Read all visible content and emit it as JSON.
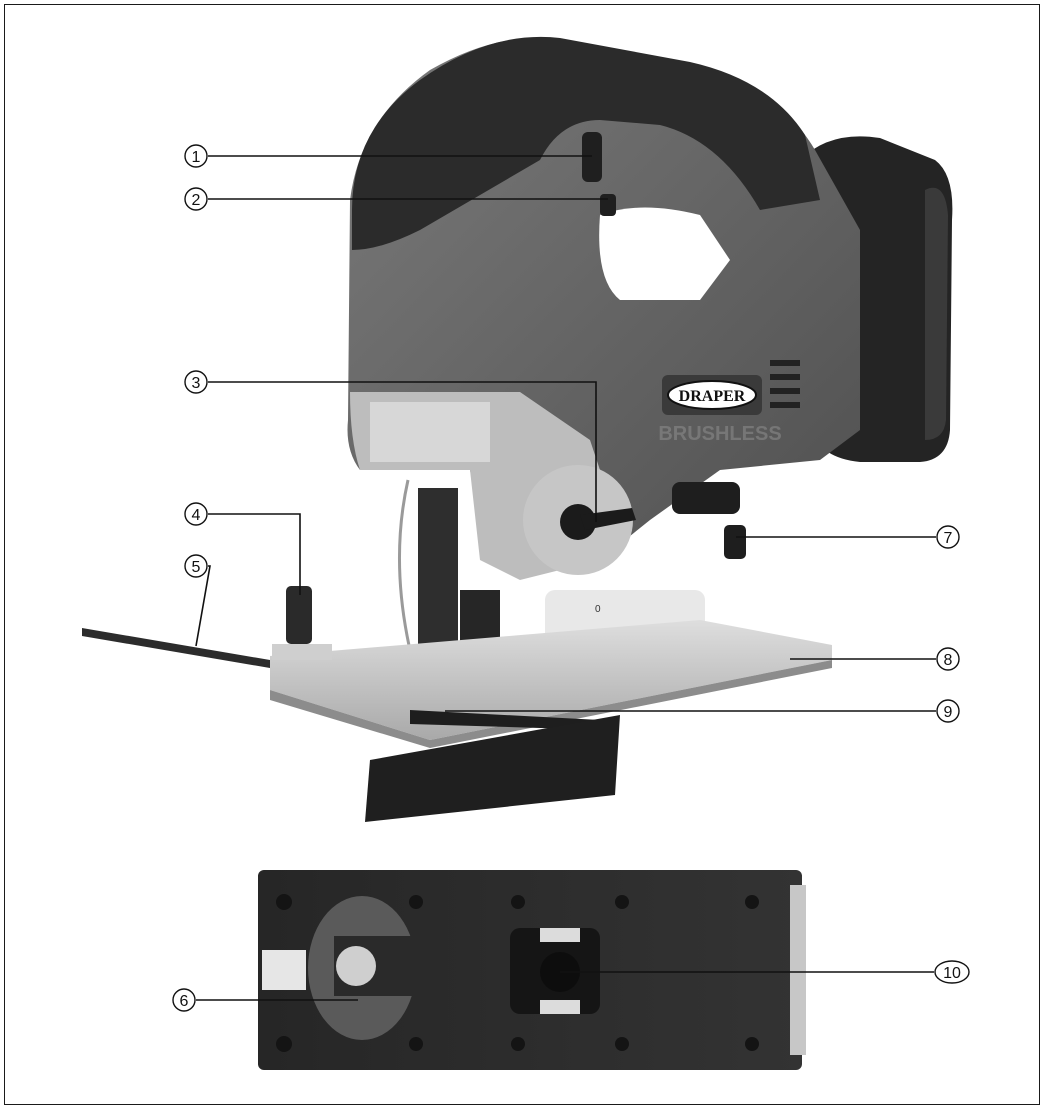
{
  "brand": {
    "logo_text": "DRAPER",
    "side_text": "BRUSHLESS"
  },
  "callouts": [
    {
      "id": "c1",
      "label": "1"
    },
    {
      "id": "c2",
      "label": "2"
    },
    {
      "id": "c3",
      "label": "3"
    },
    {
      "id": "c4",
      "label": "4"
    },
    {
      "id": "c5",
      "label": "5"
    },
    {
      "id": "c6",
      "label": "6"
    },
    {
      "id": "c7",
      "label": "7"
    },
    {
      "id": "c8",
      "label": "8"
    },
    {
      "id": "c9",
      "label": "9"
    },
    {
      "id": "c10",
      "label": "10"
    }
  ],
  "scale_labels": {
    "tilt_zero": "0"
  },
  "colors": {
    "body_dark": "#2b2b2b",
    "body_grey": "#6e6e6e",
    "shoe_silver": "#c9c9c9",
    "line": "#111111"
  }
}
